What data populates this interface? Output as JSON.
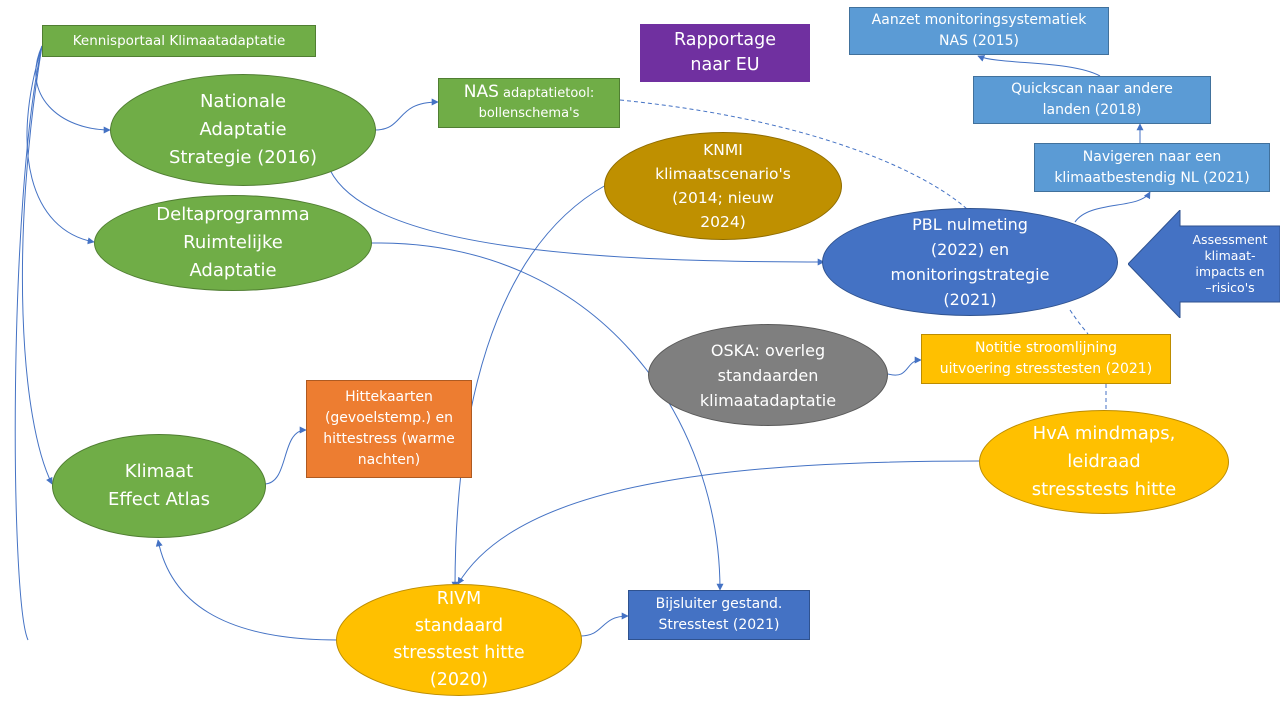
{
  "colors": {
    "green": "#70ad47",
    "gold": "#bf9000",
    "blue": "#4472c4",
    "light_blue": "#5b9bd5",
    "yellow": "#ffc000",
    "gray": "#7f7f7f",
    "orange": "#ed7d31",
    "purple": "#7030a0",
    "connector": "#4472c4"
  },
  "nodes": {
    "kennisportaal": "Kennisportaal Klimaatadaptatie",
    "nas": "Nationale\nAdaptatie\nStrategie (2016)",
    "nas_tool_main": "NAS",
    "nas_tool_sub": " adaptatietool:\nbollenschema's",
    "rapportage": "Rapportage\nnaar EU",
    "monitoring_nas": "Aanzet monitoringsystematiek\nNAS (2015)",
    "quickscan": "Quickscan naar andere\nlanden (2018)",
    "navigeren": "Navigeren naar een\nklimaatbestendig NL (2021)",
    "knmi": "KNMI\nklimaatscenario's\n(2014; nieuw\n2024)",
    "delta": "Deltaprogramma\nRuimtelijke\nAdaptatie",
    "pbl": "PBL  nulmeting\n(2022) en\nmonitoringstrategie\n(2021)",
    "assessment": "Assessment\nklimaat-\nimpacts en\n–risico's",
    "oska": "OSKA: overleg\nstandaarden\nklimaatadaptatie",
    "notitie": "Notitie stroomlijning\nuitvoering stresstesten (2021)",
    "hittekaarten": "Hittekaarten\n(gevoelstemp.) en\nhittestress (warme\nnachten)",
    "hva": "HvA mindmaps,\nleidraad\nstresstests hitte",
    "kea": "Klimaat\nEffect Atlas",
    "rivm": "RIVM\nstandaard\nstresstest hitte\n(2020)",
    "bijsluiter": "Bijsluiter gestand.\nStresstest (2021)"
  }
}
